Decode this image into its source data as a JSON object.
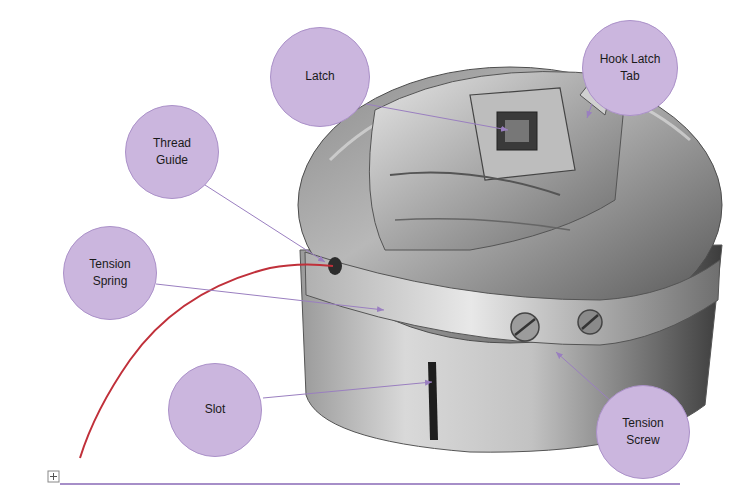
{
  "diagram": {
    "nodes": [
      {
        "text": [
          "Latch"
        ]
      },
      {
        "text": [
          "Hook Latch Tab"
        ]
      },
      {
        "text": [
          "Thread Guide"
        ]
      },
      {
        "text": [
          "Tension Spring"
        ]
      },
      {
        "text": [
          "Slot"
        ]
      },
      {
        "text": [
          "Tension Screw"
        ]
      }
    ]
  }
}
